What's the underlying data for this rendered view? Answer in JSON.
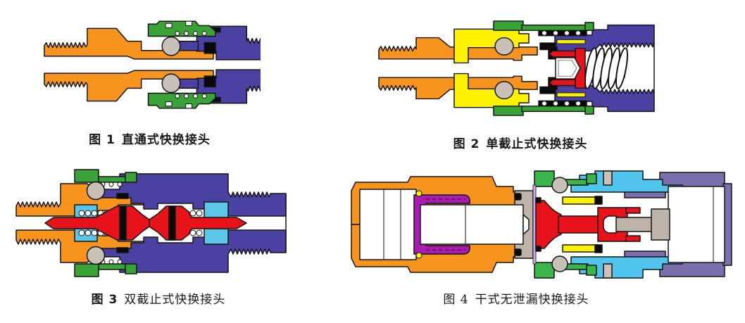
{
  "page": {
    "background": "#ffffff"
  },
  "figures": [
    {
      "label": "图 1",
      "title": "直通式快换接头",
      "caption": "图 1 直通式快换接头"
    },
    {
      "label": "图 2",
      "title": "单截止式快换接头",
      "caption": "图 2 单截止式快换接头"
    },
    {
      "label": "图 3",
      "title": "双截止式快换接头",
      "caption": "图 3 双截止式快换接头"
    },
    {
      "label": "图 4",
      "title": "干式无泄漏快换接头",
      "caption": "图 4 干式无泄漏快换接头"
    }
  ],
  "palette": {
    "orange": "#F7941D",
    "green": "#3AA338",
    "green2": "#3CB54A",
    "purple": "#4A41A3",
    "slate": "#7C6FAD",
    "yellow": "#FFF200",
    "red": "#E8121A",
    "cyan": "#5BC6E8",
    "cyan2": "#52C5EE",
    "ball": "#C9C0B8",
    "tan": "#BDB3A8",
    "magenta": "#A81CB4",
    "lavender": "#C9A6E8",
    "white": "#FFFFFF",
    "black": "#0A0A0A"
  }
}
